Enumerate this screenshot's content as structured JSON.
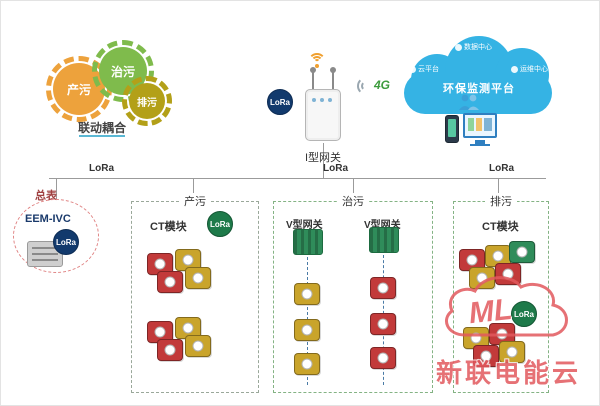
{
  "diagram": {
    "gears": {
      "gear_produce": "产污",
      "gear_treat": "治污",
      "gear_discharge": "排污",
      "caption": "联动耦合"
    },
    "gateway": {
      "label": "I型网关",
      "lora": "LoRa",
      "network": "4G"
    },
    "cloud": {
      "title": "环保监测平台",
      "node_top": "数据中心",
      "node_left": "云平台",
      "node_right": "运维中心"
    },
    "bus": {
      "lora_left": "LoRa",
      "lora_center": "LoRa",
      "lora_right": "LoRa"
    },
    "master_meter": {
      "label": "总表",
      "model": "EEM-IVC",
      "lora": "LoRa"
    },
    "zone_produce": {
      "label": "产污",
      "module": "CT模块",
      "lora": "LoRa"
    },
    "zone_treat": {
      "label": "治污",
      "gateway_left": "V型网关",
      "gateway_right": "V型网关"
    },
    "zone_discharge": {
      "label": "排污",
      "module": "CT模块",
      "lora": "LoRa"
    },
    "watermark": {
      "logo": "ML",
      "text": "新联电能云"
    },
    "colors": {
      "module_red": "#c23a3a",
      "module_yellow": "#c9a42b",
      "module_green": "#2f8c5a",
      "lora_navy": "#123a6d",
      "lora_green": "#1e7a4a",
      "cloud_blue": "#35b3e4",
      "watermark_red": "#e2595e"
    }
  }
}
